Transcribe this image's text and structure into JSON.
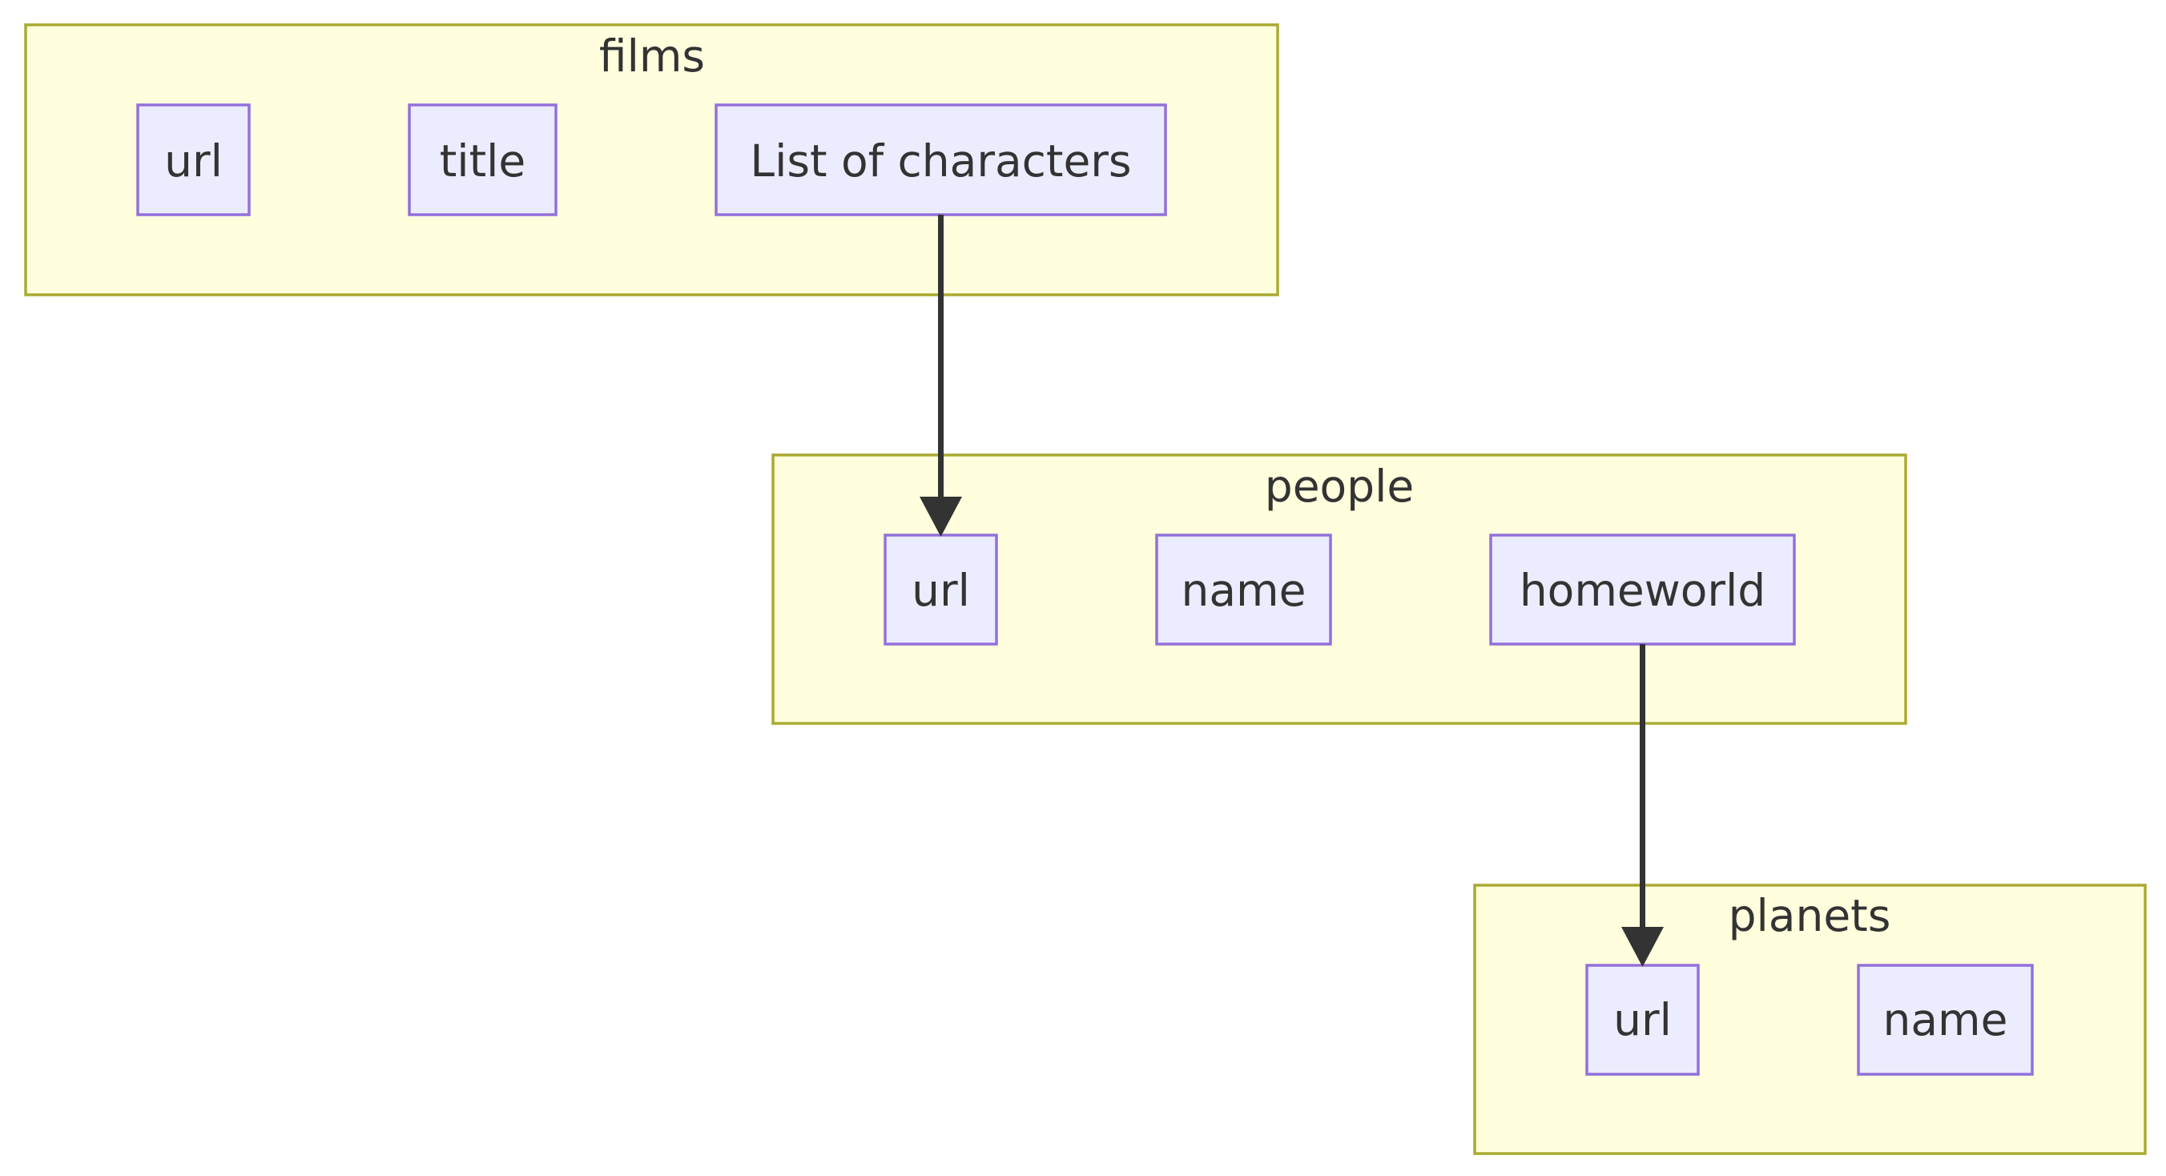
{
  "diagram": {
    "type": "flowchart",
    "colors": {
      "cluster_fill": "#ffffde",
      "cluster_stroke": "#aaaa33",
      "node_fill": "#ececff",
      "node_stroke": "#9370db",
      "text": "#333333",
      "edge": "#333333"
    },
    "clusters": [
      {
        "id": "films",
        "label": "films",
        "nodes": [
          {
            "id": "films_url",
            "label": "url"
          },
          {
            "id": "films_title",
            "label": "title"
          },
          {
            "id": "films_characters",
            "label": "List of characters"
          }
        ]
      },
      {
        "id": "people",
        "label": "people",
        "nodes": [
          {
            "id": "people_url",
            "label": "url"
          },
          {
            "id": "people_name",
            "label": "name"
          },
          {
            "id": "people_homeworld",
            "label": "homeworld"
          }
        ]
      },
      {
        "id": "planets",
        "label": "planets",
        "nodes": [
          {
            "id": "planets_url",
            "label": "url"
          },
          {
            "id": "planets_name",
            "label": "name"
          }
        ]
      }
    ],
    "edges": [
      {
        "from": "films_characters",
        "to": "people_url"
      },
      {
        "from": "people_homeworld",
        "to": "planets_url"
      }
    ]
  }
}
